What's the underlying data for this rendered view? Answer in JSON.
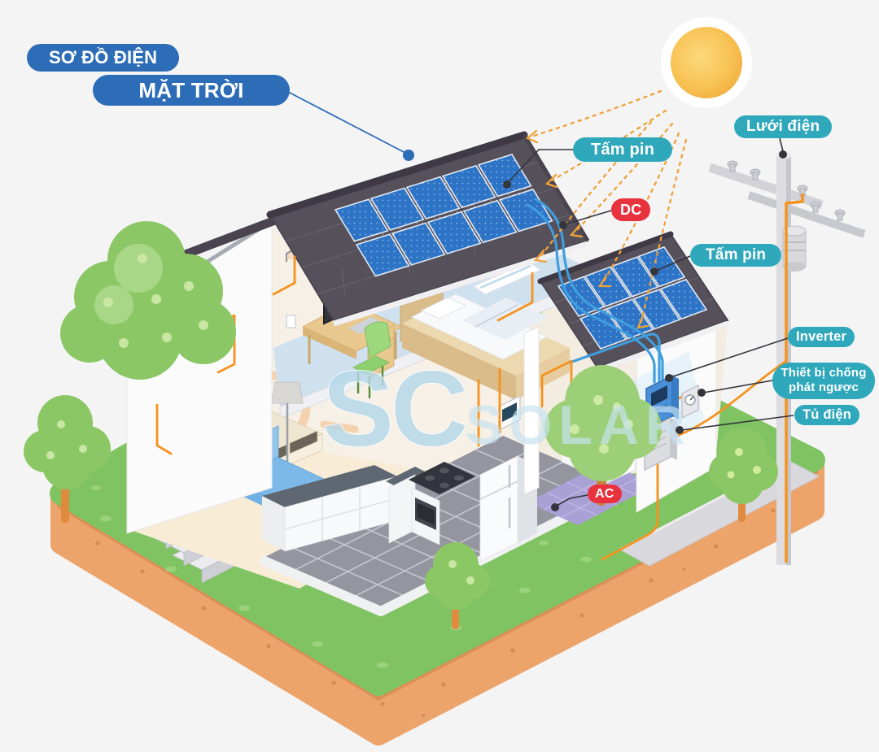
{
  "title": {
    "line1": "SƠ ĐỒ ĐIỆN",
    "line2": "MẶT TRỜI"
  },
  "callouts": {
    "panel_main": "Tấm pin",
    "panel_annex": "Tấm pin",
    "dc": "DC",
    "ac": "AC",
    "grid": "Lưới điện",
    "inverter": "Inverter",
    "backfeed": "Thiết bị chống phát ngược",
    "cabinet": "Tủ điện"
  },
  "watermark": {
    "left": "SC",
    "right": "SOLAR"
  },
  "colors": {
    "title_blue": "#2d6db7",
    "callout_teal": "#2fa8bc",
    "badge_red": "#e8333f",
    "wire_dc_blue": "#3f9ede",
    "wire_ac_orange": "#f6921e",
    "sun_yellow": "#f5b041",
    "panel_blue": "#2e74c6",
    "roof_gray": "#56505a",
    "grass_green": "#80c362",
    "earth_orange": "#eca46b",
    "watermark_blue": "#b5d8ea",
    "pointer_dark": "#34353b"
  }
}
